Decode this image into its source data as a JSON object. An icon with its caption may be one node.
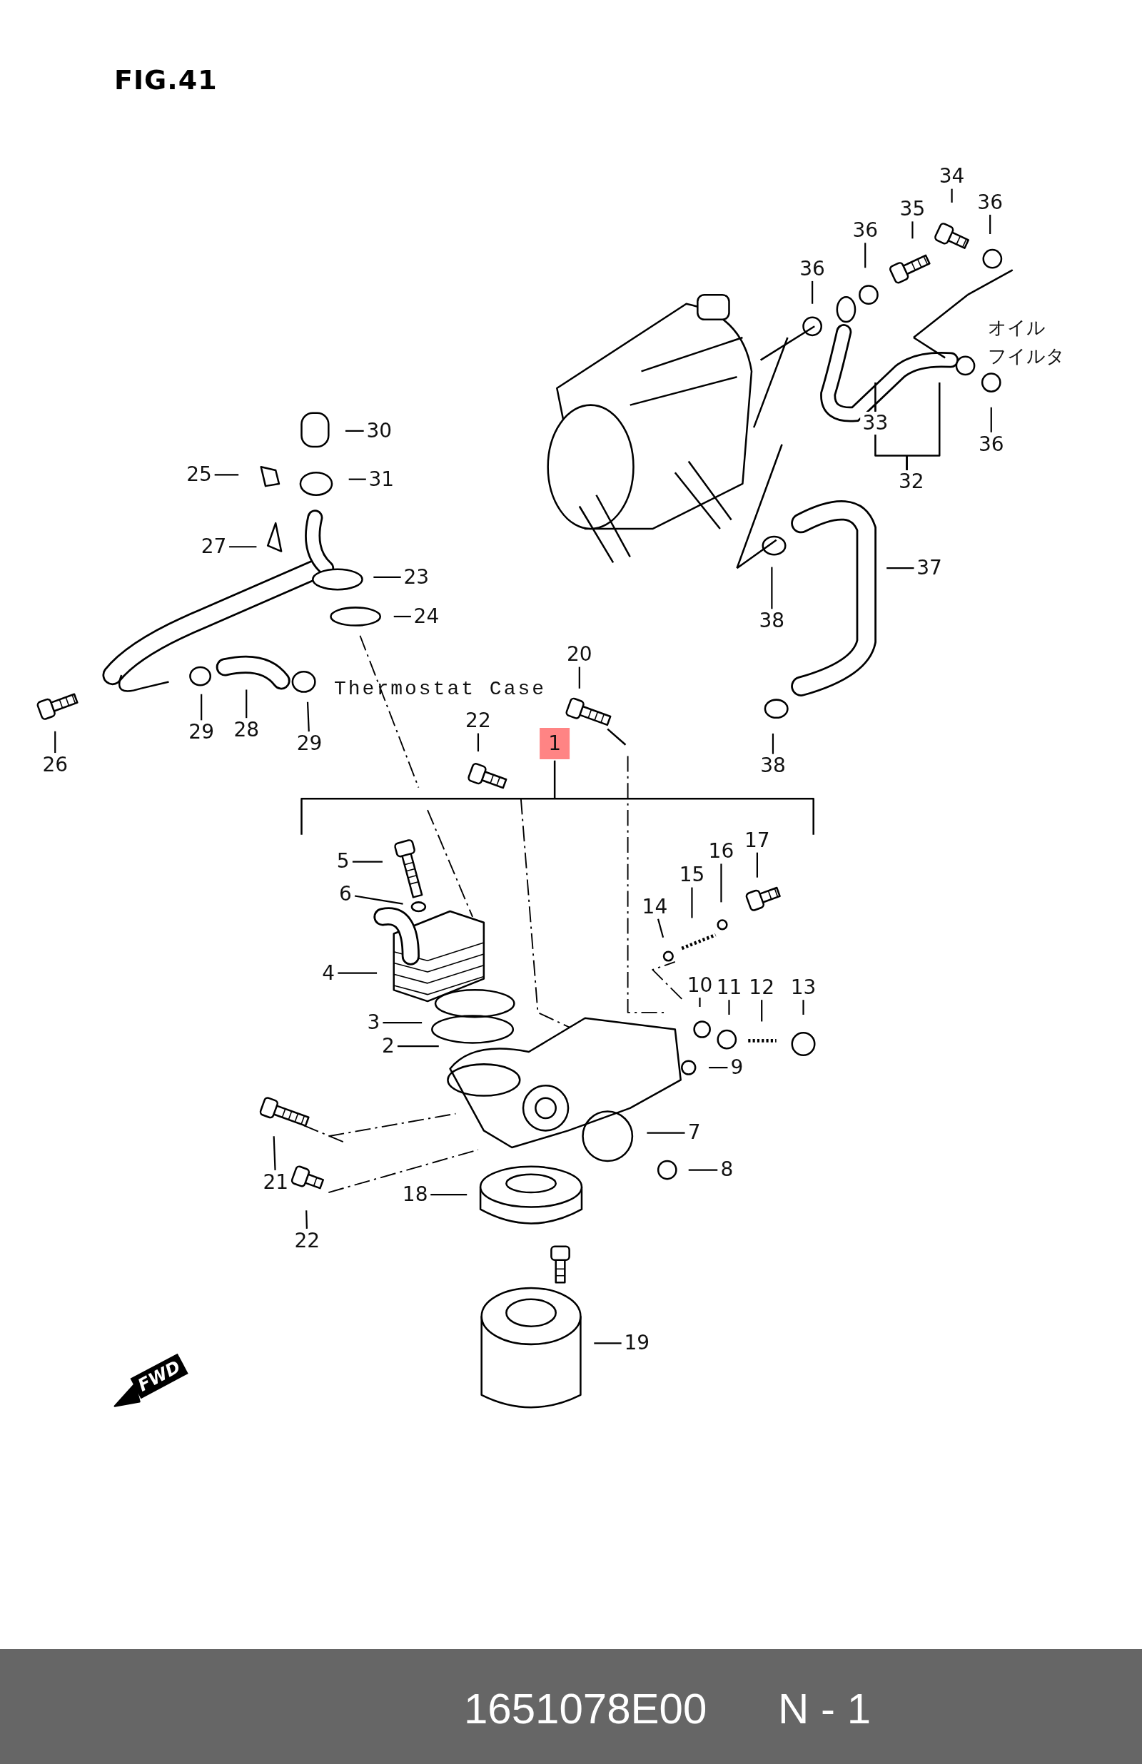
{
  "diagram": {
    "title": "FIG.41",
    "nodes": [
      {
        "text": [
          "30"
        ]
      },
      {
        "text": [
          "25"
        ]
      },
      {
        "text": [
          "31"
        ]
      },
      {
        "text": [
          "27"
        ]
      },
      {
        "text": [
          "23"
        ]
      },
      {
        "text": [
          "24"
        ]
      },
      {
        "text": [
          "26"
        ]
      },
      {
        "text": [
          "29"
        ]
      },
      {
        "text": [
          "28"
        ]
      },
      {
        "text": [
          "29"
        ]
      },
      {
        "text": [
          "20"
        ]
      },
      {
        "text": [
          "22"
        ]
      },
      {
        "text": [
          "1"
        ]
      },
      {
        "text": [
          "5"
        ]
      },
      {
        "text": [
          "6"
        ]
      },
      {
        "text": [
          "4"
        ]
      },
      {
        "text": [
          "3"
        ]
      },
      {
        "text": [
          "2"
        ]
      },
      {
        "text": [
          "21"
        ]
      },
      {
        "text": [
          "22"
        ]
      },
      {
        "text": [
          "18"
        ]
      },
      {
        "text": [
          "19"
        ]
      },
      {
        "text": [
          "7"
        ]
      },
      {
        "text": [
          "8"
        ]
      },
      {
        "text": [
          "9"
        ]
      },
      {
        "text": [
          "10"
        ]
      },
      {
        "text": [
          "11"
        ]
      },
      {
        "text": [
          "12"
        ]
      },
      {
        "text": [
          "13"
        ]
      },
      {
        "text": [
          "14"
        ]
      },
      {
        "text": [
          "15"
        ]
      },
      {
        "text": [
          "16"
        ]
      },
      {
        "text": [
          "17"
        ]
      },
      {
        "text": [
          "34"
        ]
      },
      {
        "text": [
          "35"
        ]
      },
      {
        "text": [
          "36"
        ]
      },
      {
        "text": [
          "36"
        ]
      },
      {
        "text": [
          "36"
        ]
      },
      {
        "text": [
          "36"
        ]
      },
      {
        "text": [
          "33"
        ]
      },
      {
        "text": [
          "32"
        ]
      },
      {
        "text": [
          "37"
        ]
      },
      {
        "text": [
          "38"
        ]
      },
      {
        "text": [
          "38"
        ]
      }
    ],
    "edges": [
      {
        "from": 0,
        "to": null,
        "arrow": "none"
      },
      {
        "from": 1,
        "to": null,
        "arrow": "none"
      },
      {
        "from": 2,
        "to": null,
        "arrow": "none"
      },
      {
        "from": 3,
        "to": null,
        "arrow": "none"
      },
      {
        "from": 4,
        "to": null,
        "arrow": "none"
      },
      {
        "from": 5,
        "to": null,
        "arrow": "none"
      },
      {
        "from": 6,
        "to": null,
        "arrow": "none"
      },
      {
        "from": 7,
        "to": null,
        "arrow": "none"
      },
      {
        "from": 8,
        "to": null,
        "arrow": "none"
      },
      {
        "from": 9,
        "to": null,
        "arrow": "none"
      },
      {
        "from": 10,
        "to": null,
        "arrow": "none"
      },
      {
        "from": 11,
        "to": null,
        "arrow": "none"
      },
      {
        "from": 13,
        "to": null,
        "arrow": "none"
      },
      {
        "from": 14,
        "to": null,
        "arrow": "none"
      },
      {
        "from": 15,
        "to": null,
        "arrow": "none"
      },
      {
        "from": 16,
        "to": null,
        "arrow": "none"
      },
      {
        "from": 17,
        "to": null,
        "arrow": "none"
      },
      {
        "from": 18,
        "to": null,
        "arrow": "none"
      },
      {
        "from": 19,
        "to": null,
        "arrow": "none"
      },
      {
        "from": 20,
        "to": null,
        "arrow": "none"
      },
      {
        "from": 21,
        "to": null,
        "arrow": "none"
      },
      {
        "from": 22,
        "to": null,
        "arrow": "none"
      },
      {
        "from": 23,
        "to": null,
        "arrow": "none"
      },
      {
        "from": 24,
        "to": null,
        "arrow": "none"
      },
      {
        "from": 25,
        "to": null,
        "arrow": "none"
      },
      {
        "from": 26,
        "to": null,
        "arrow": "none"
      },
      {
        "from": 27,
        "to": null,
        "arrow": "none"
      },
      {
        "from": 28,
        "to": null,
        "arrow": "none"
      },
      {
        "from": 29,
        "to": null,
        "arrow": "none"
      },
      {
        "from": 30,
        "to": null,
        "arrow": "none"
      },
      {
        "from": 31,
        "to": null,
        "arrow": "none"
      },
      {
        "from": 32,
        "to": null,
        "arrow": "none"
      },
      {
        "from": 33,
        "to": null,
        "arrow": "none"
      },
      {
        "from": 34,
        "to": null,
        "arrow": "none"
      },
      {
        "from": 35,
        "to": null,
        "arrow": "none"
      },
      {
        "from": 36,
        "to": null,
        "arrow": "none"
      },
      {
        "from": 37,
        "to": null,
        "arrow": "none"
      },
      {
        "from": 38,
        "to": null,
        "arrow": "none"
      },
      {
        "from": 39,
        "to": null,
        "arrow": "none"
      },
      {
        "from": 41,
        "to": null,
        "arrow": "none"
      },
      {
        "from": 42,
        "to": null,
        "arrow": "none"
      },
      {
        "from": 43,
        "to": null,
        "arrow": "none"
      }
    ],
    "labels": [
      "Thermostat Case",
      "オイル",
      "フイルタ",
      "FWD",
      "1651078E00",
      "N - 1"
    ]
  }
}
